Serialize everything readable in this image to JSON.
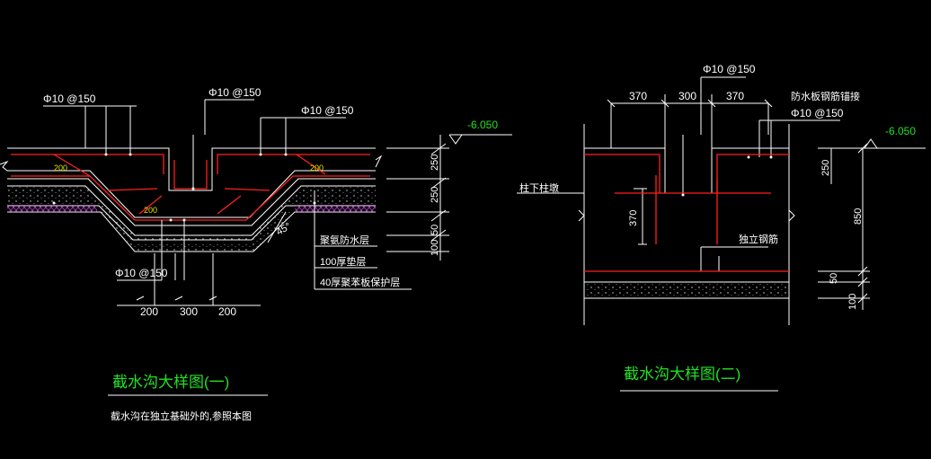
{
  "colors": {
    "background": "#000000",
    "line": "#ffffff",
    "rebar": "#ff2020",
    "title": "#22e022",
    "elevation": "#22e022",
    "waterproof": "#b040c0",
    "small_dim": "#e6e600"
  },
  "left": {
    "rebar_top_left": "Φ10 @150",
    "rebar_top_mid": "Φ10 @150",
    "rebar_top_right": "Φ10 @150",
    "rebar_bottom": "Φ10 @150",
    "elevation": "-6.050",
    "anchor_l": "200",
    "anchor_r": "200",
    "anchor_b": "200",
    "angle": "45°",
    "dim_250a": "250",
    "dim_250b": "250",
    "dim_50": "50",
    "dim_100": "100",
    "bottom_dims": [
      "200",
      "300",
      "200"
    ],
    "layers": [
      "聚氨防水层",
      "100厚垫层",
      "40厚聚苯板保护层"
    ],
    "title": "截水沟大样图(一)",
    "note": "截水沟在独立基础外的,参照本图"
  },
  "right": {
    "rebar_top": "Φ10 @150",
    "dims_top": [
      "370",
      "300",
      "370"
    ],
    "label_wp_rebar": "防水板钢筋锚接",
    "rebar_right": "Φ10 @150",
    "elevation": "-6.050",
    "label_column": "柱下柱墩",
    "dim_370": "370",
    "label_bar": "独立钢筋",
    "dim_250": "250",
    "dim_850": "850",
    "dim_50": "50",
    "dim_100": "100",
    "title": "截水沟大样图(二)"
  }
}
